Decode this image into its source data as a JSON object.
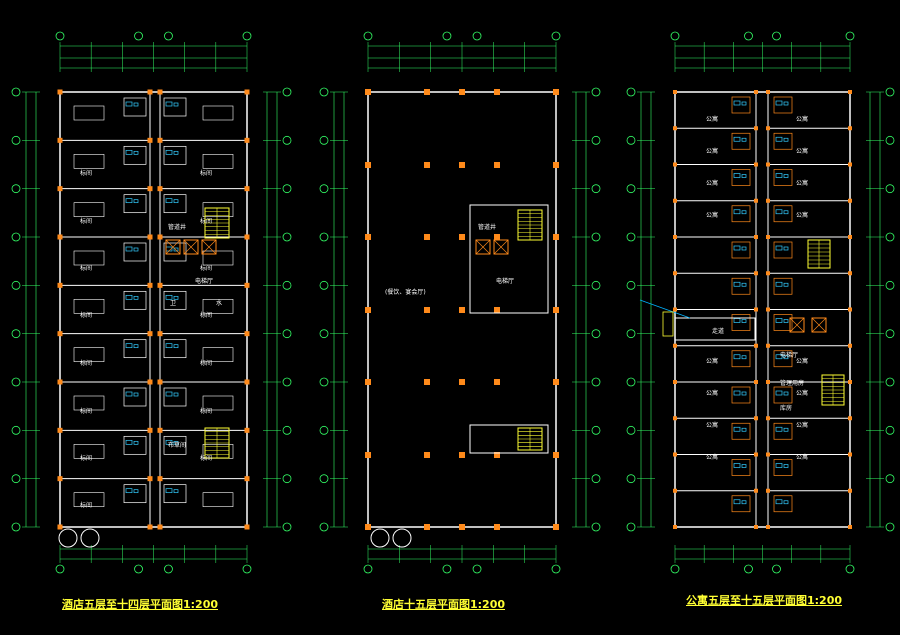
{
  "colors": {
    "background": "#000000",
    "wall": "#ffffff",
    "column": "#ff8a1a",
    "dimension": "#33ff66",
    "fixture": "#33ccff",
    "stair": "#ffff33",
    "caption": "#ffff33",
    "axis_bubble": "#33ff66",
    "cyan_line": "#00b3ff"
  },
  "plans": [
    {
      "id": "hotel-5-14",
      "caption": "酒店五层至十四层平面图1:200",
      "rooms": [
        "标间",
        "标间",
        "标间",
        "标间",
        "标间",
        "标间",
        "标间",
        "标间",
        "标间",
        "标间",
        "标间",
        "标间",
        "标间",
        "标间",
        "标间",
        "管道井",
        "电梯厅",
        "布草间",
        "卫",
        "水"
      ]
    },
    {
      "id": "hotel-15",
      "caption": "酒店十五层平面图1:200",
      "rooms": [
        "(餐饮、宴会厅)",
        "管道井",
        "电梯厅"
      ]
    },
    {
      "id": "apartment-5-15",
      "caption": "公寓五层至十五层平面图1:200",
      "rooms": [
        "公寓",
        "公寓",
        "公寓",
        "公寓",
        "公寓",
        "公寓",
        "公寓",
        "公寓",
        "公寓",
        "公寓",
        "公寓",
        "公寓",
        "公寓",
        "公寓",
        "公寓",
        "公寓",
        "电梯厅",
        "走道",
        "管理用房",
        "库房"
      ]
    }
  ]
}
